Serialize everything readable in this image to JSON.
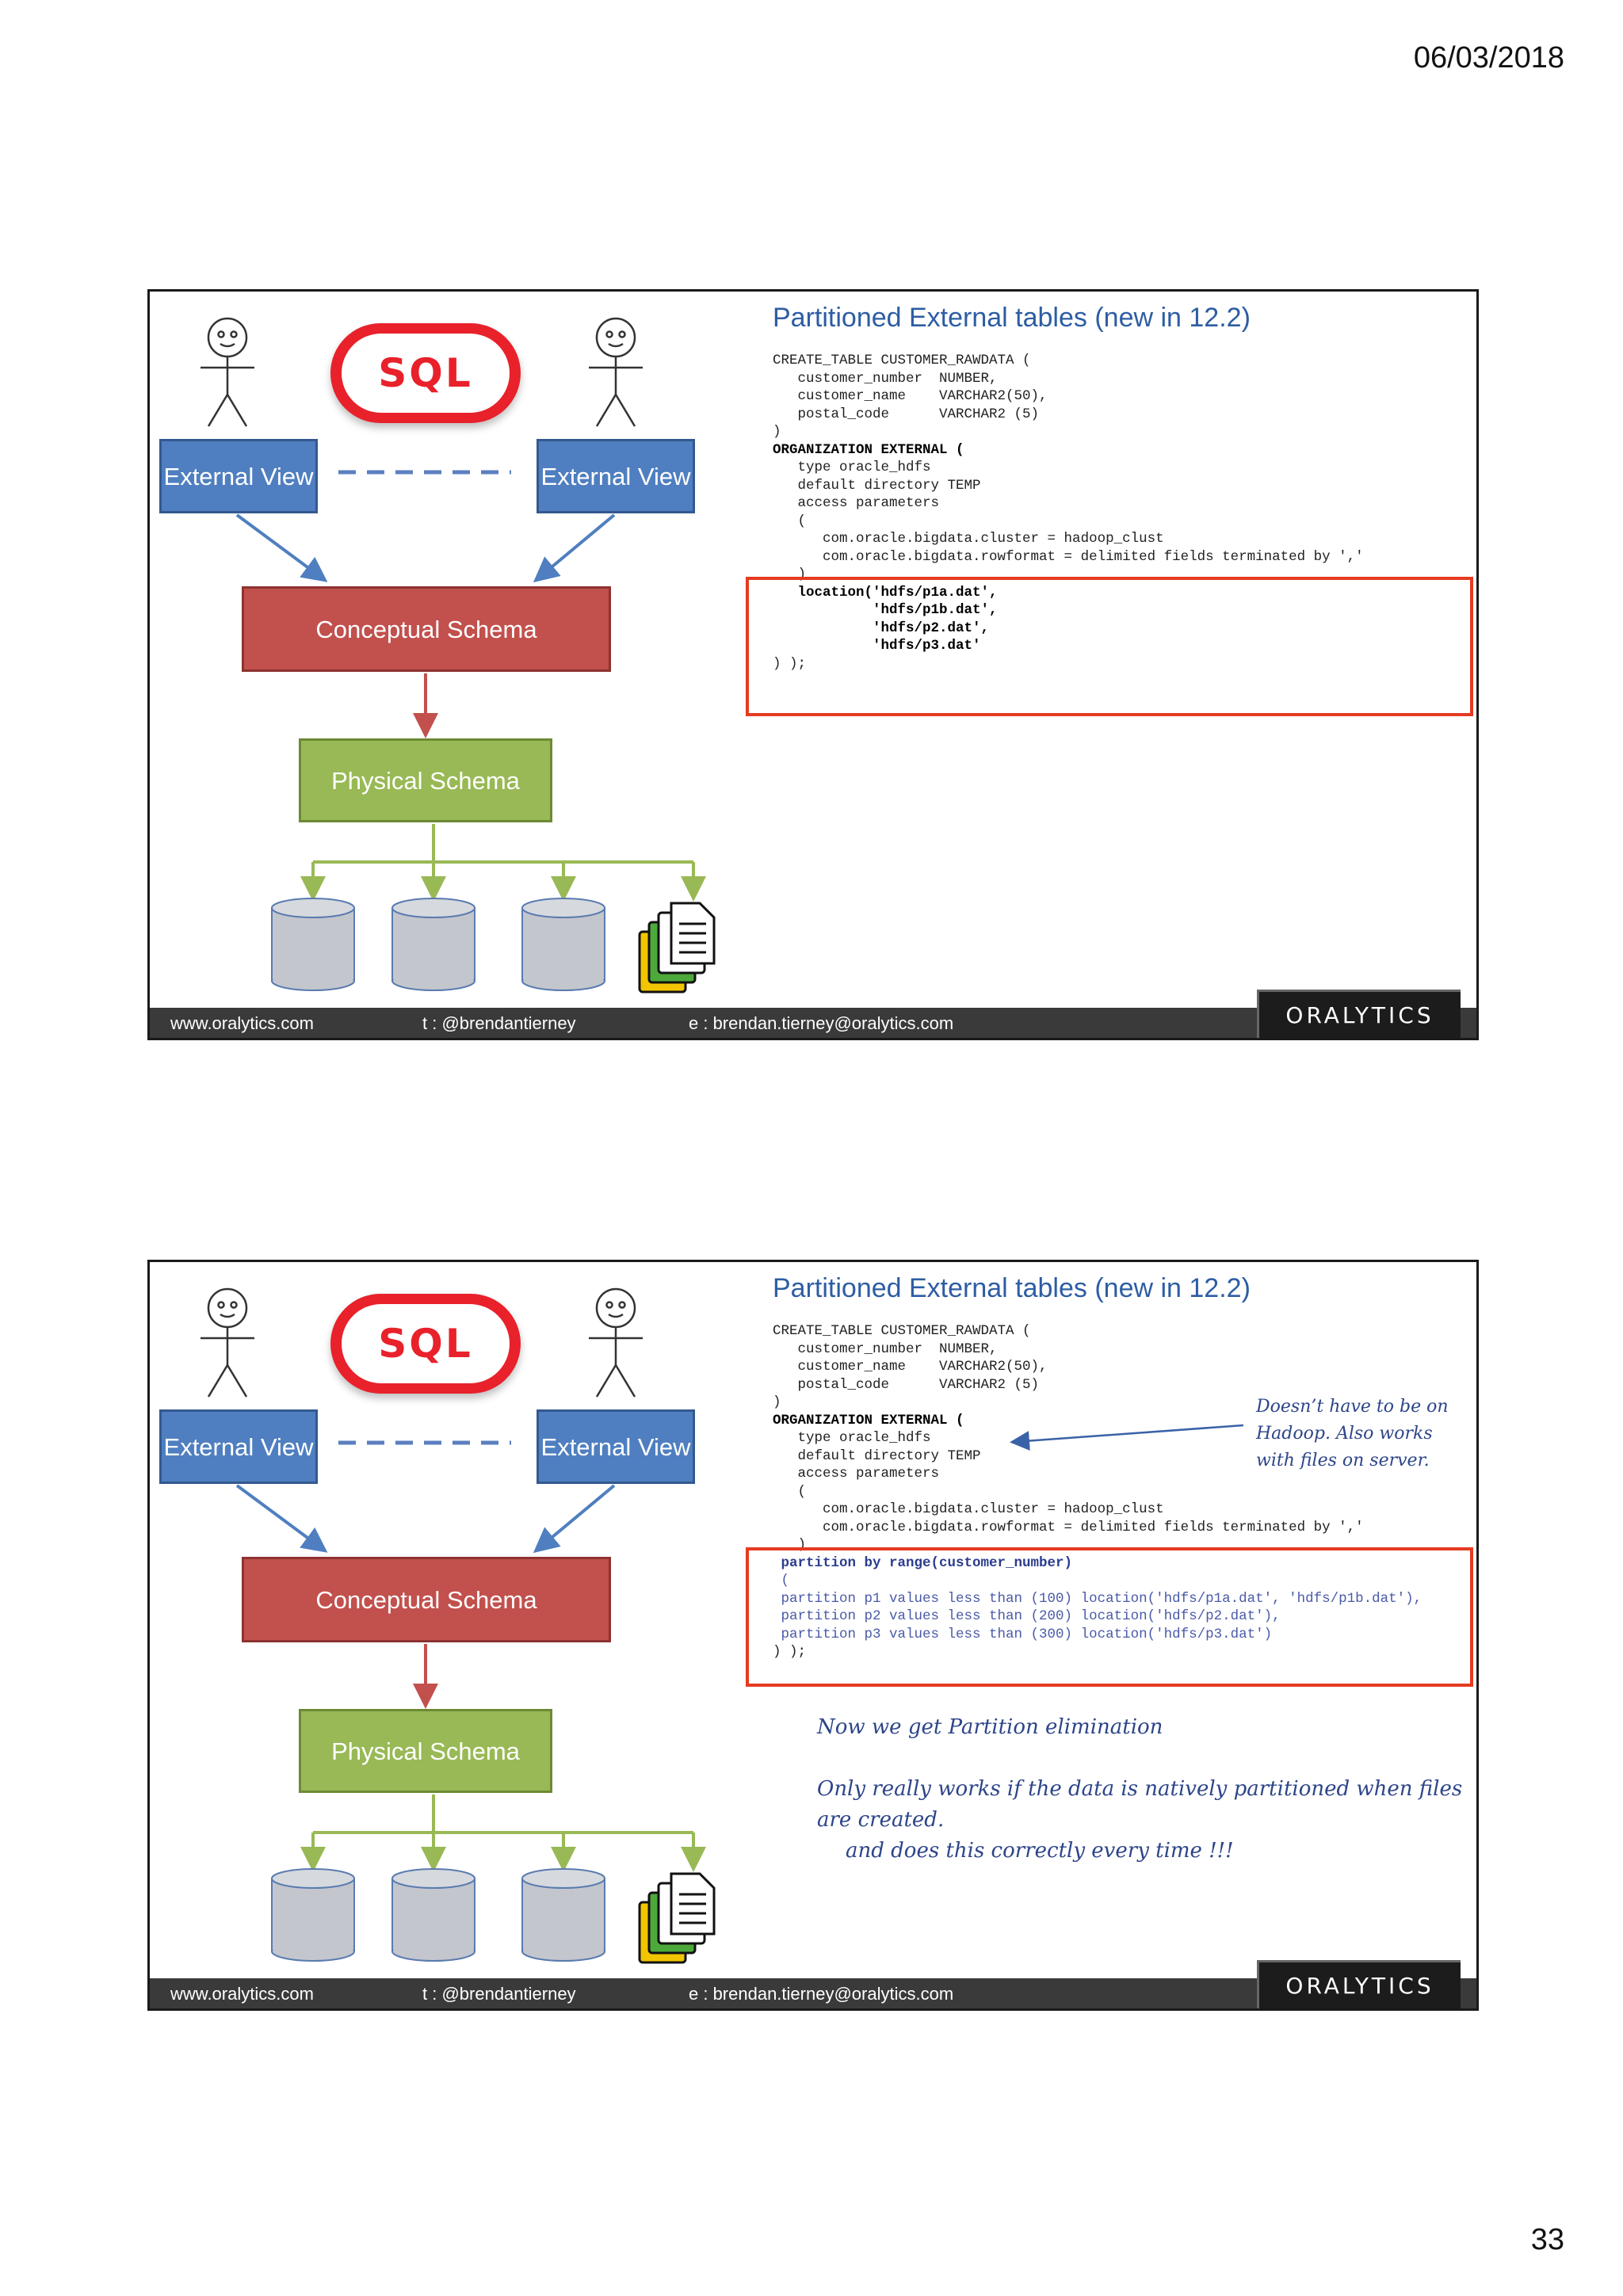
{
  "page": {
    "date": "06/03/2018",
    "number": "33"
  },
  "colors": {
    "title_blue": "#2d5da3",
    "highlight_red": "#e53b22",
    "external_view_blue": "#4f7fc0",
    "conceptual_red": "#c2504d",
    "physical_green": "#98b955",
    "sql_red": "#e8212b",
    "footer_dark": "#3a3a3a"
  },
  "icons": [
    "stick-figure-icon",
    "sql-logo-icon",
    "database-cylinder-icon",
    "stacked-files-icon"
  ],
  "slides": [
    {
      "diagram": {
        "sql_logo": "SQL",
        "external_view_left": "External View",
        "external_view_right": "External View",
        "conceptual": "Conceptual Schema",
        "physical": "Physical Schema"
      },
      "title": "Partitioned External tables (new in 12.2)",
      "code": [
        "CREATE_TABLE CUSTOMER_RAWDATA (",
        "   customer_number  NUMBER,",
        "   customer_name    VARCHAR2(50),",
        "   postal_code      VARCHAR2 (5)",
        ")",
        "ORGANIZATION EXTERNAL (",
        "   type oracle_hdfs",
        "   default directory TEMP",
        "   access parameters",
        "   (",
        "      com.oracle.bigdata.cluster = hadoop_clust",
        "      com.oracle.bigdata.rowformat = delimited fields terminated by ','",
        "   )",
        "   location('hdfs/p1a.dat',",
        "            'hdfs/p1b.dat',",
        "            'hdfs/p2.dat',",
        "            'hdfs/p3.dat'",
        ") );"
      ],
      "footer": {
        "website": "www.oralytics.com",
        "twitter": "t : @brendantierney",
        "email": "e : brendan.tierney@oralytics.com",
        "logo": "ORALYTICS"
      }
    },
    {
      "diagram": {
        "sql_logo": "SQL",
        "external_view_left": "External View",
        "external_view_right": "External View",
        "conceptual": "Conceptual Schema",
        "physical": "Physical Schema"
      },
      "title": "Partitioned External tables (new in 12.2)",
      "code": [
        "CREATE_TABLE CUSTOMER_RAWDATA (",
        "   customer_number  NUMBER,",
        "   customer_name    VARCHAR2(50),",
        "   postal_code      VARCHAR2 (5)",
        ")",
        "ORGANIZATION EXTERNAL (",
        "   type oracle_hdfs",
        "   default directory TEMP",
        "   access parameters",
        "   (",
        "      com.oracle.bigdata.cluster = hadoop_clust",
        "      com.oracle.bigdata.rowformat = delimited fields terminated by ','",
        "   )",
        " partition by range(customer_number)",
        " (",
        " partition p1 values less than (100) location('hdfs/p1a.dat', 'hdfs/p1b.dat'),",
        " partition p2 values less than (200) location('hdfs/p2.dat'),",
        " partition p3 values less than (300) location('hdfs/p3.dat')",
        ") );"
      ],
      "side_note": [
        "Doesn’t have to be on",
        "Hadoop. Also works",
        "with files on server."
      ],
      "notes": {
        "line1": "Now we get Partition elimination",
        "line2": "Only really works if the data is natively partitioned when files",
        "line3": "are created.",
        "line4": "and does this correctly every time !!!"
      },
      "footer": {
        "website": "www.oralytics.com",
        "twitter": "t : @brendantierney",
        "email": "e : brendan.tierney@oralytics.com",
        "logo": "ORALYTICS"
      }
    }
  ]
}
